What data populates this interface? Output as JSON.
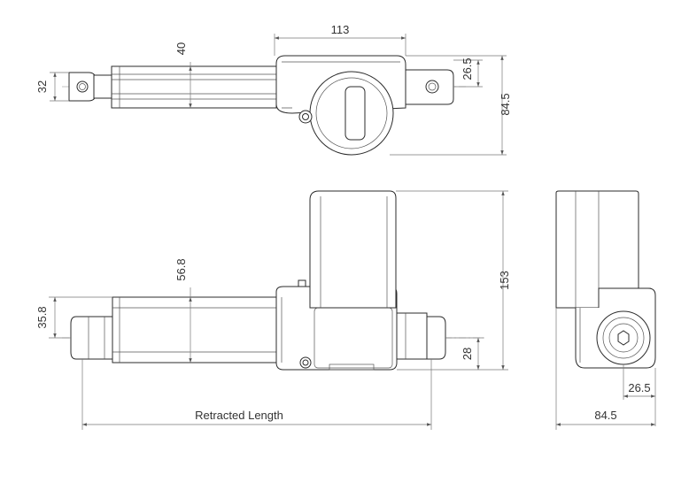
{
  "dimensions": {
    "top_width": "113",
    "top_rod_dia": "40",
    "top_clevis": "32",
    "top_offset": "26.5",
    "top_height": "84.5",
    "front_tube": "56.8",
    "front_clevis": "35.8",
    "front_height": "153",
    "front_offset": "28",
    "retracted_length": "Retracted Length",
    "side_offset": "26.5",
    "side_width": "84.5"
  }
}
